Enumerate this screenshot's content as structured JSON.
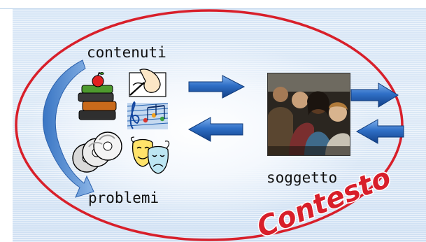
{
  "diagram": {
    "labels": {
      "contenuti": "contenuti",
      "problemi": "problemi",
      "soggetto": "soggetto",
      "contesto": "Contesto"
    },
    "icons": {
      "books": "books-apple-icon",
      "writing": "hand-writing-icon",
      "music": "music-notes-icon",
      "cds": "compact-discs-icon",
      "theater": "theater-masks-icon",
      "photo": "students-photo"
    },
    "colors": {
      "ellipse": "#d81f2a",
      "contesto_text": "#d81f2a",
      "arrow": "#1d5fb8",
      "background": "#d8e7f6"
    }
  }
}
